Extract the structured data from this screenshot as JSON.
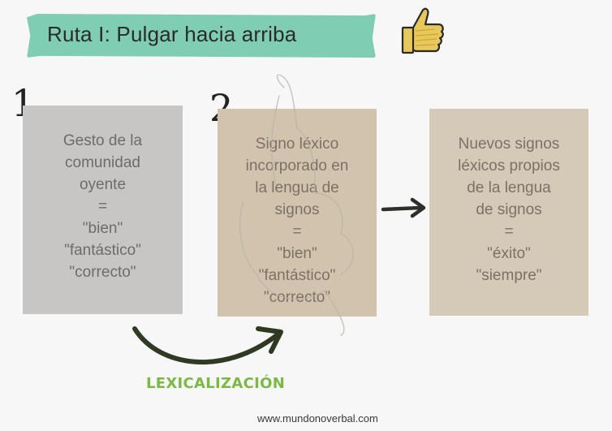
{
  "header": {
    "title": "Ruta I: Pulgar hacia arriba",
    "icon": "thumbs-up-icon",
    "banner_color": "#7fcdb3"
  },
  "steps": [
    {
      "number": "1"
    },
    {
      "number": "2"
    }
  ],
  "boxes": [
    {
      "color": "#c7c6c4",
      "lines": [
        "Gesto de la",
        "comunidad",
        "oyente",
        "=",
        "\"bien\"",
        "\"fantástico\"",
        "\"correcto\""
      ]
    },
    {
      "color": "#d2c3ae",
      "lines": [
        "Signo léxico",
        "incorporado en",
        "la lengua de",
        "signos",
        "=",
        "\"bien\"",
        "\"fantástico\"",
        "\"correcto\""
      ]
    },
    {
      "color": "#d5c9b8",
      "lines": [
        "Nuevos signos",
        "léxicos propios",
        "de la lengua",
        "de signos",
        "=",
        "\"éxito\"",
        "\"siempre\""
      ]
    }
  ],
  "process": {
    "label": "LEXICALIZACIÓN",
    "label_color": "#7cb845",
    "arrow_color": "#2f3a22"
  },
  "footer": {
    "site": "www.mundonoverbal.com"
  }
}
